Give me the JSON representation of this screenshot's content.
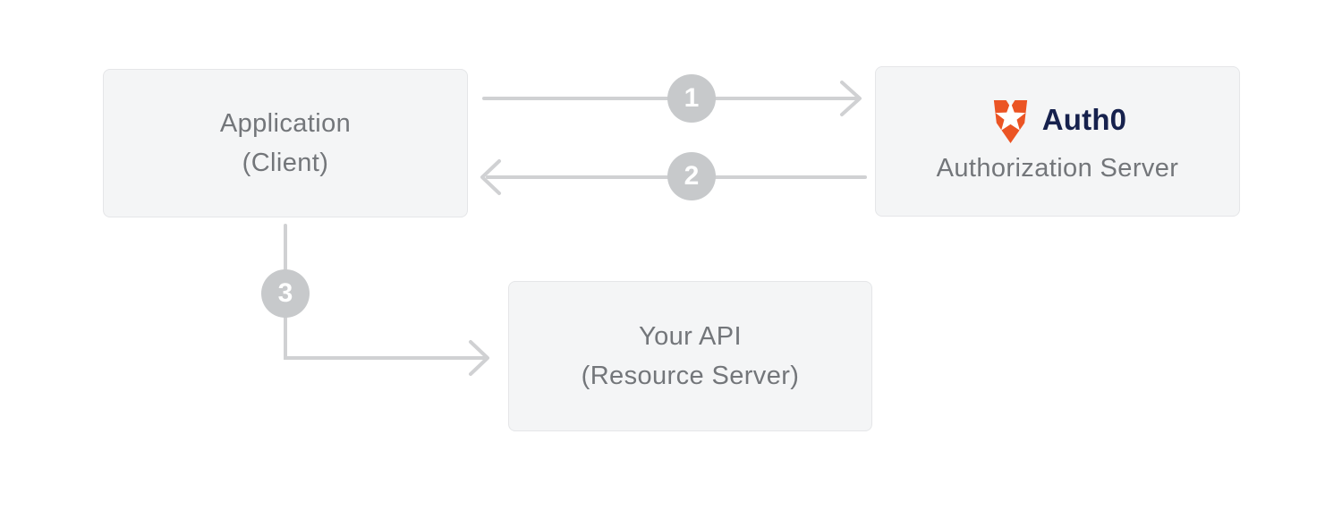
{
  "diagram": {
    "nodes": {
      "application": {
        "line1": "Application",
        "line2": "(Client)"
      },
      "authorization_server": {
        "brand": "Auth0",
        "label": "Authorization Server"
      },
      "api": {
        "line1": "Your API",
        "line2": "(Resource Server)"
      }
    },
    "steps": [
      {
        "number": "1",
        "from": "application",
        "to": "authorization_server"
      },
      {
        "number": "2",
        "from": "authorization_server",
        "to": "application"
      },
      {
        "number": "3",
        "from": "application",
        "to": "api"
      }
    ],
    "icons": {
      "auth0_badge": "orange-shield-with-white-star"
    },
    "colors": {
      "background": "#ffffff",
      "box_background": "#f4f5f6",
      "box_border": "#e5e6e8",
      "text_gray": "#73767a",
      "connector_gray": "#d0d1d3",
      "step_circle_gray": "#c7c9cb",
      "step_number": "#ffffff",
      "auth0_orange": "#eb5424",
      "auth0_navy": "#16214d"
    }
  }
}
